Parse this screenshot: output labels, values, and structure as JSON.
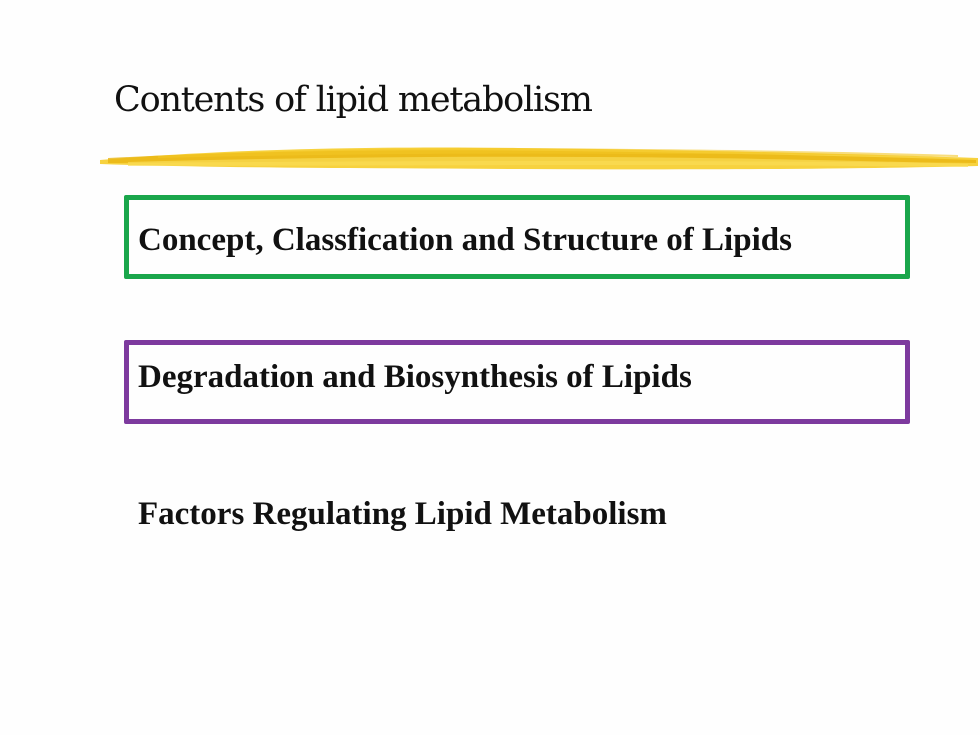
{
  "slide": {
    "title": "Contents of lipid metabolism",
    "topics": [
      {
        "label": "Concept, Classfication and Structure of Lipids",
        "frame_color": "#1aa64b",
        "framed": true
      },
      {
        "label": "Degradation and Biosynthesis of Lipids",
        "frame_color": "#7d3a9e",
        "framed": true
      },
      {
        "label": "Factors Regulating Lipid Metabolism",
        "framed": false
      }
    ],
    "accent_color": "#f2c11a"
  }
}
